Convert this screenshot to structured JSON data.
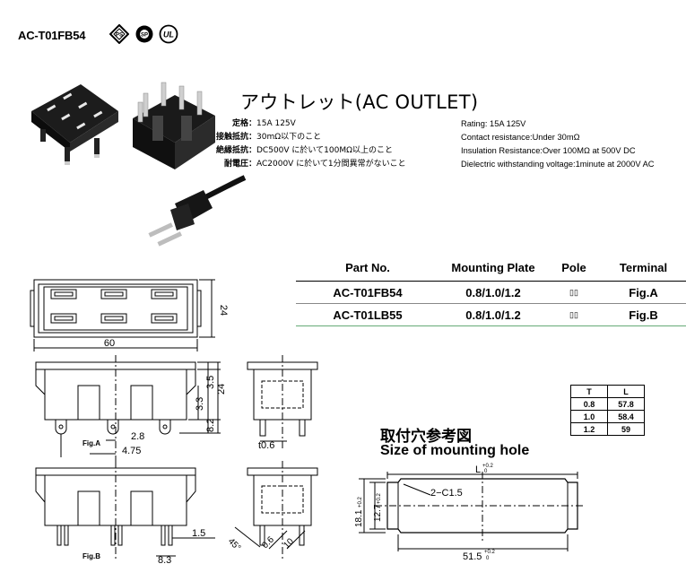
{
  "header": {
    "model": "AC-T01FB54",
    "cert_icons": [
      "pse-diamond-icon",
      "csa-icon",
      "ul-icon"
    ]
  },
  "product": {
    "title": "アウトレット(AC OUTLET)",
    "specs_jp": [
      {
        "key": "定格：",
        "value": "15A 125V"
      },
      {
        "key": "接触抵抗：",
        "value": "30mΩ以下のこと"
      },
      {
        "key": "絶縁抵抗：",
        "value": "DC500V に於いて100MΩ以上のこと"
      },
      {
        "key": "耐電圧：",
        "value": "AC2000V に於いて1分間異常がないこと"
      }
    ],
    "specs_en": [
      "Rating: 15A 125V",
      "Contact resistance:Under 30mΩ",
      "Insulation Resistance:Over 100MΩ at 500V DC",
      "Dielectric withstanding voltage:1minute at 2000V AC"
    ]
  },
  "parts_table": {
    "headers": [
      "Part No.",
      "Mounting Plate",
      "Pole",
      "Terminal"
    ],
    "rows": [
      [
        "AC-T01FB54",
        "0.8/1.0/1.2",
        "▯▯",
        "Fig.A"
      ],
      [
        "AC-T01LB55",
        "0.8/1.0/1.2",
        "▯▯",
        "Fig.B"
      ]
    ]
  },
  "tl_table": {
    "headers": [
      "T",
      "L"
    ],
    "rows": [
      [
        "0.8",
        "57.8"
      ],
      [
        "1.0",
        "58.4"
      ],
      [
        "1.2",
        "59"
      ]
    ]
  },
  "drawings": {
    "top_view": {
      "width": "60",
      "height": "24"
    },
    "fig_a": {
      "label": "Fig.A",
      "d1": "2.8",
      "d2": "4.75",
      "h1": "3.5",
      "h2": "24",
      "h3": "3.3",
      "h4": "8.2",
      "side_t": "t0.6"
    },
    "fig_b": {
      "label": "Fig.B",
      "d1": "1.5",
      "d2": "8.3",
      "angle": "45°",
      "t": "0.6",
      "w": "10"
    },
    "mount": {
      "title_jp": "取付穴参考図",
      "title_en": "Size of mounting hole",
      "L": "L",
      "L_tol": "+0.2",
      "L_tol2": "0",
      "h": "18.1",
      "h_tol": "+0.2",
      "h2": "12.7",
      "h2_tol": "+0.2",
      "chamfer": "2−C1.5",
      "w": "51.5",
      "w_tol": "+0.2",
      "w_tol2": "0"
    }
  }
}
